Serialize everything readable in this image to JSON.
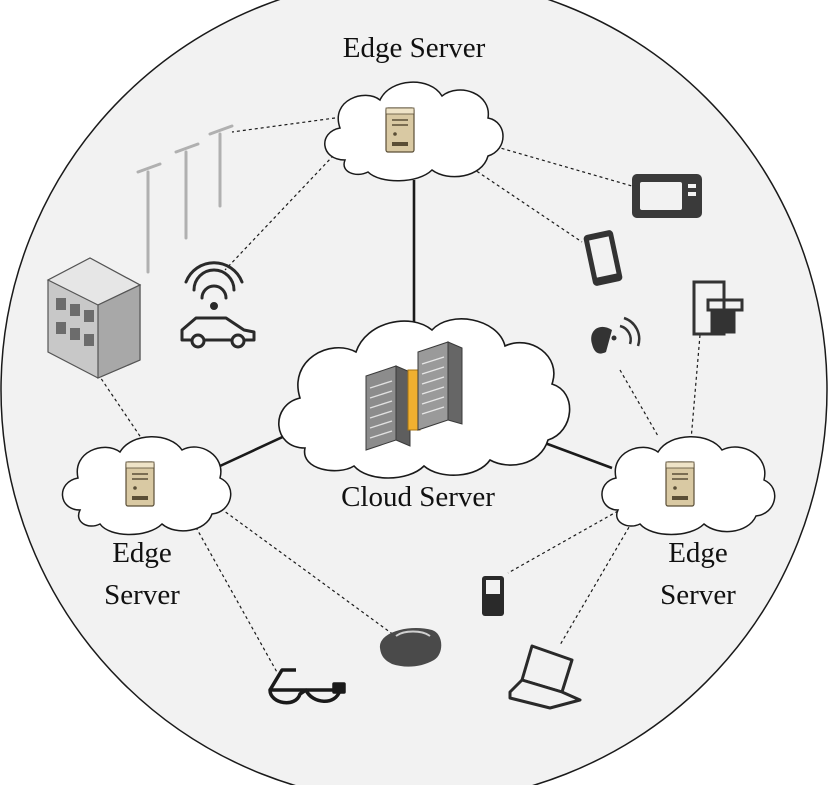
{
  "labels": {
    "top_edge": "Edge Server",
    "cloud": "Cloud Server",
    "left_edge_line1": "Edge",
    "left_edge_line2": "Server",
    "right_edge_line1": "Edge",
    "right_edge_line2": "Server"
  },
  "colors": {
    "background_circle": "#f2f2f2",
    "cloud_fill": "#ffffff",
    "stroke": "#1a1a1a",
    "server_tan": "#d9c9a3",
    "rack_gray": "#8c8c8c",
    "rack_accent": "#f0b030",
    "device_dark": "#333333"
  },
  "icons": [
    "edge-server-icon",
    "cloud-server-rack-icon",
    "street-lamps-icon",
    "building-icon",
    "wifi-icon",
    "car-icon",
    "microwave-icon",
    "tablet-icon",
    "coffee-maker-icon",
    "satellite-dish-icon",
    "mobile-phone-icon",
    "laptop-icon",
    "vr-headset-icon",
    "smart-glasses-icon"
  ]
}
